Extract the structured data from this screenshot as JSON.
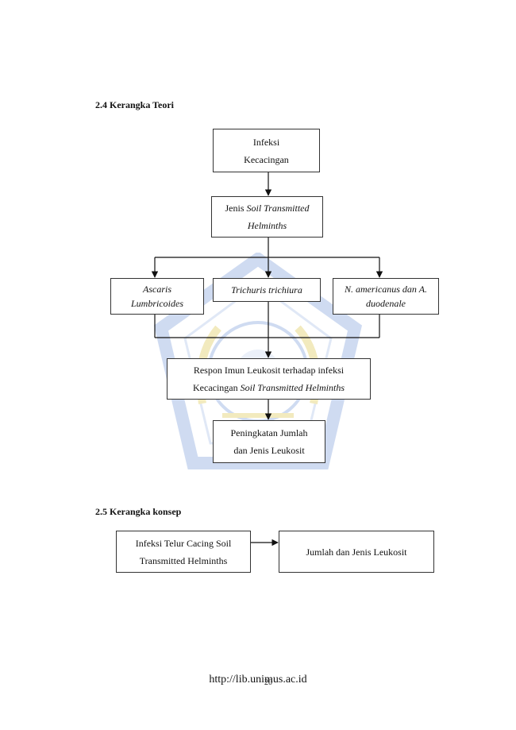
{
  "section_24": {
    "heading": "2.4 Kerangka Teori"
  },
  "teori": {
    "infeksi": {
      "line1": "Infeksi",
      "line2": "Kecacingan"
    },
    "jenis": {
      "prefix": "Jenis ",
      "italic1": "Soil Transmitted",
      "italic2": "Helminths"
    },
    "ascaris": {
      "line1": "Ascaris",
      "line2": "Lumbricoides"
    },
    "trichuris": {
      "line1": "Trichuris trichiura"
    },
    "americanus": {
      "line1": "N. americanus dan A.",
      "line2": "duodenale"
    },
    "respon": {
      "line1": "Respon Imun Leukosit terhadap infeksi",
      "line2_prefix": "Kecacingan ",
      "line2_italic": "Soil Transmitted Helminths"
    },
    "peningkatan": {
      "line1": "Peningkatan Jumlah",
      "line2": "dan Jenis Leukosit"
    }
  },
  "section_25": {
    "heading": "2.5 Kerangka konsep"
  },
  "konsep": {
    "infeksi_telur": {
      "line1": "Infeksi Telur Cacing Soil",
      "line2": "Transmitted Helminths"
    },
    "jumlah": {
      "line1": "Jumlah dan Jenis Leukosit"
    }
  },
  "footer": {
    "url": "http://lib.unimus.ac.id",
    "page_number": "20"
  },
  "colors": {
    "line": "#111111",
    "watermark_blue": "#a9bfe6",
    "watermark_yellow": "#e9d98a"
  },
  "icons": {
    "watermark": "university-seal-watermark"
  }
}
